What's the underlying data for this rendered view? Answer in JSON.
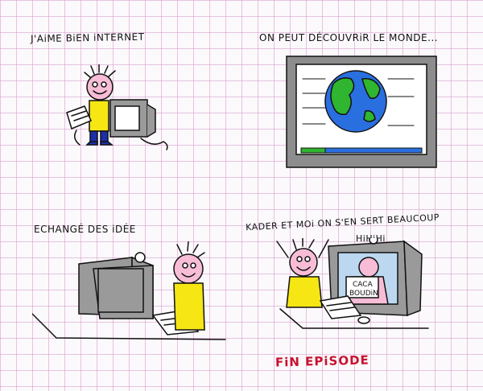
{
  "panels": [
    {
      "caption": "J'AiME BiEN iNTERNET"
    },
    {
      "caption": "ON PEUT DÉCOUVRiR LE MONDE..."
    },
    {
      "caption": "ECHANGÉ DES iDÉE"
    },
    {
      "caption": "KADER ET MOi ON S'EN SERT BEAUCOUP",
      "laugh": "HiHiHi",
      "screen_text": [
        "CACA",
        "BOUDiN"
      ]
    }
  ],
  "ending": "FiN EPiSODE",
  "colors": {
    "shirt": "#f5e614",
    "skin": "#f7bcd6",
    "pants": "#1b2fa8",
    "earth_land": "#2fb52f",
    "earth_sea": "#2a6fe0",
    "monitor": "#9a9a9a",
    "ending": "#c8102e"
  }
}
